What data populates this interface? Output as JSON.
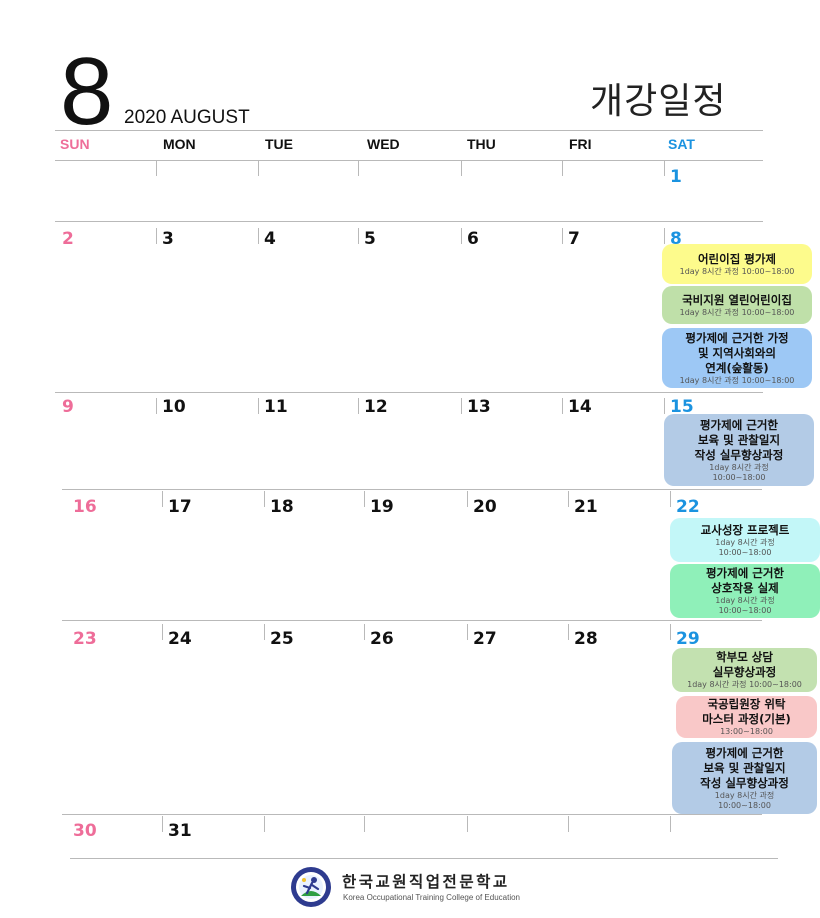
{
  "header": {
    "month_number": "8",
    "subtitle": "2020 AUGUST",
    "title": "개강일정"
  },
  "weekdays": [
    "SUN",
    "MON",
    "TUE",
    "WED",
    "THU",
    "FRI",
    "SAT"
  ],
  "weeks": [
    [
      "",
      "",
      "",
      "",
      "",
      "",
      "1"
    ],
    [
      "2",
      "3",
      "4",
      "5",
      "6",
      "7",
      "8"
    ],
    [
      "9",
      "10",
      "11",
      "12",
      "13",
      "14",
      "15"
    ],
    [
      "16",
      "17",
      "18",
      "19",
      "20",
      "21",
      "22"
    ],
    [
      "23",
      "24",
      "25",
      "26",
      "27",
      "28",
      "29"
    ],
    [
      "30",
      "31",
      "",
      "",
      "",
      "",
      ""
    ]
  ],
  "events": [
    {
      "date": "8",
      "title": "어린이집 평가제",
      "sub": "1day 8시간 과정 10:00~18:00",
      "color": "#fdfb8c"
    },
    {
      "date": "8",
      "title": "국비지원 열린어린이집",
      "sub": "1day 8시간 과정 10:00~18:00",
      "color": "#bfe0a9"
    },
    {
      "date": "8",
      "title": "평가제에 근거한 가정\n및 지역사회와의\n연계(숲활동)",
      "sub": "1day 8시간 과정 10:00~18:00",
      "color": "#9dc8f5"
    },
    {
      "date": "15",
      "title": "평가제에 근거한\n보육 및 관찰일지\n작성 실무향상과정",
      "sub": "1day 8시간 과정\n10:00~18:00",
      "color": "#b3cbe6"
    },
    {
      "date": "22",
      "title": "교사성장 프로젝트",
      "sub": "1day 8시간 과정\n10:00~18:00",
      "color": "#c3f7f8"
    },
    {
      "date": "22",
      "title": "평가제에 근거한\n상호작용 실제",
      "sub": "1day 8시간 과정\n10:00~18:00",
      "color": "#8ff0b9"
    },
    {
      "date": "29",
      "title": "학부모 상담\n실무향상과정",
      "sub": "1day 8시간 과정 10:00~18:00",
      "color": "#c3e1b0"
    },
    {
      "date": "29",
      "title": "국공립원장 위탁\n마스터 과정(기본)",
      "sub": "13:00~18:00",
      "color": "#f9c8c8"
    },
    {
      "date": "29",
      "title": "평가제에 근거한\n보육 및 관찰일지\n작성 실무향상과정",
      "sub": "1day 8시간 과정\n10:00~18:00",
      "color": "#b3cbe6"
    }
  ],
  "footer": {
    "name_ko": "한국교원직업전문학교",
    "name_en": "Korea Occupational Training College of Education"
  },
  "colors": {
    "sunday": "#ee6d99",
    "saturday": "#1b93e0",
    "rule": "#b9b9b9"
  }
}
